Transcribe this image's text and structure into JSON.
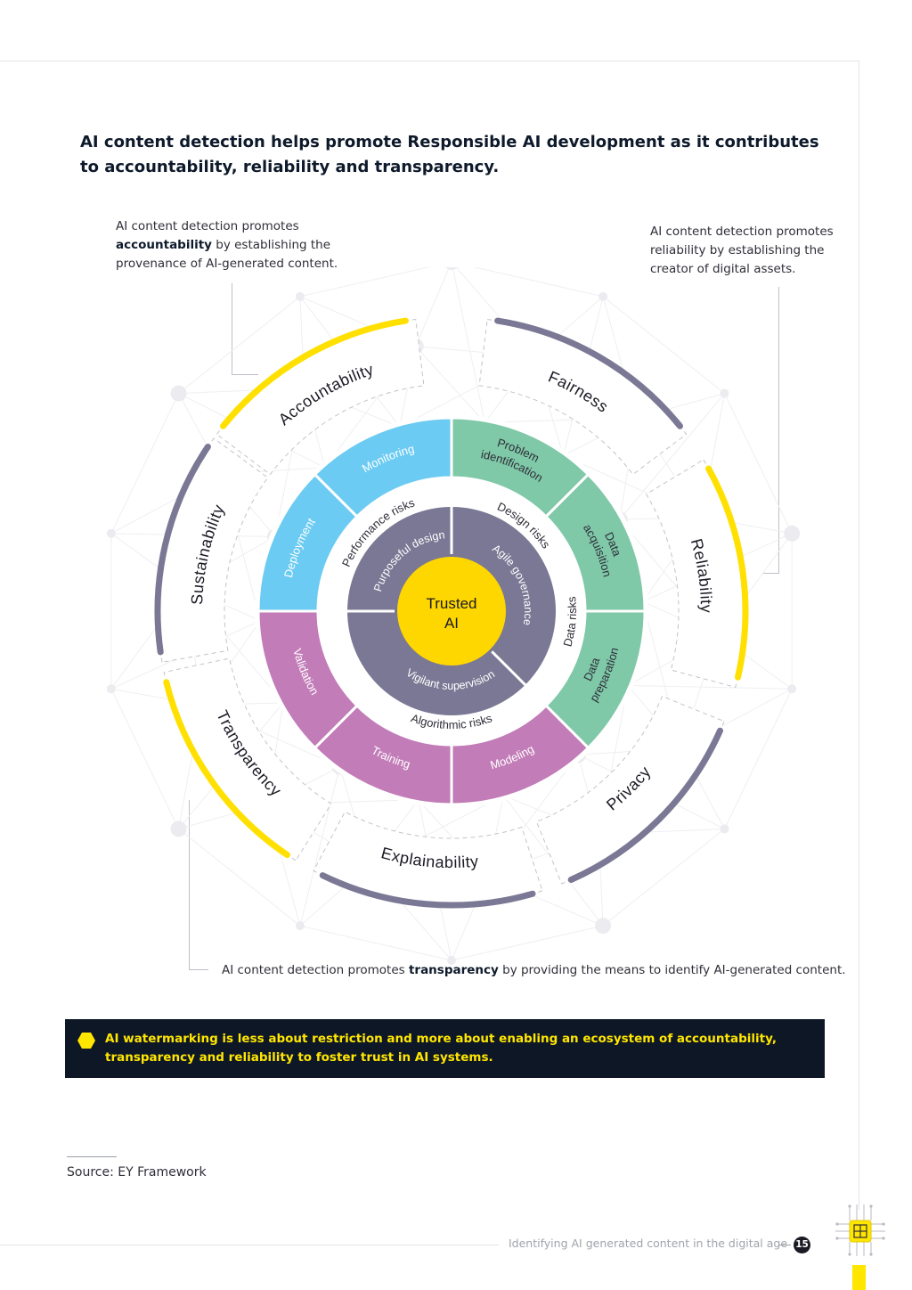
{
  "heading": "AI content detection helps promote Responsible AI development as it contributes to accountability, reliability and transparency.",
  "callouts": {
    "accountability": {
      "before": "AI content detection promotes ",
      "bold": "accountability",
      "after": " by establishing the provenance of AI-generated content."
    },
    "reliability": {
      "text": "AI content detection promotes reliability by establishing the creator of digital assets."
    },
    "transparency": {
      "before": "AI content detection promotes ",
      "bold": "transparency",
      "after": " by providing the means to identify AI-generated content."
    }
  },
  "diagram": {
    "center": {
      "line1": "Trusted",
      "line2": "AI"
    },
    "inner_ring": [
      "Purposeful design",
      "Agile governance",
      "Vigilant supervision"
    ],
    "risk_labels": [
      "Design risks",
      "Data risks",
      "Algorithmic risks",
      "Performance risks"
    ],
    "segments": [
      {
        "name": "problem",
        "lines": [
          "Problem",
          "identification"
        ],
        "color": "#7fc8a8"
      },
      {
        "name": "data-acq",
        "lines": [
          "Data",
          "acquisition"
        ],
        "color": "#7fc8a8"
      },
      {
        "name": "data-prep",
        "lines": [
          "Data",
          "preparation"
        ],
        "color": "#7fc8a8"
      },
      {
        "name": "modeling",
        "lines": [
          "Modeling"
        ],
        "color": "#c27cb8"
      },
      {
        "name": "training",
        "lines": [
          "Training"
        ],
        "color": "#c27cb8"
      },
      {
        "name": "validation",
        "lines": [
          "Validation"
        ],
        "color": "#c27cb8"
      },
      {
        "name": "deployment",
        "lines": [
          "Deployment"
        ],
        "color": "#6ccbf2"
      },
      {
        "name": "monitoring",
        "lines": [
          "Monitoring"
        ],
        "color": "#6ccbf2"
      }
    ],
    "principles": [
      {
        "name": "accountability",
        "label": "Accountability",
        "color": "#ffe000"
      },
      {
        "name": "fairness",
        "label": "Fairness",
        "color": "#7a7894"
      },
      {
        "name": "reliability",
        "label": "Reliability",
        "color": "#ffe000"
      },
      {
        "name": "privacy",
        "label": "Privacy",
        "color": "#7a7894"
      },
      {
        "name": "explainability",
        "label": "Explainability",
        "color": "#7a7894"
      },
      {
        "name": "transparency",
        "label": "Transparency",
        "color": "#ffe000"
      },
      {
        "name": "sustainability",
        "label": "Sustainability",
        "color": "#7a7894"
      }
    ],
    "colors": {
      "center": "#ffd700",
      "inner_ring": "#7a7894",
      "outer_arc_yellow": "#ffe000",
      "outer_arc_grey": "#7a7894"
    }
  },
  "banner": "AI watermarking is less about restriction and more about enabling an ecosystem of accountability, transparency and reliability to foster trust in AI systems.",
  "source": "Source: EY Framework",
  "footer": {
    "text": "Identifying AI generated content in the digital age",
    "page": "15"
  }
}
